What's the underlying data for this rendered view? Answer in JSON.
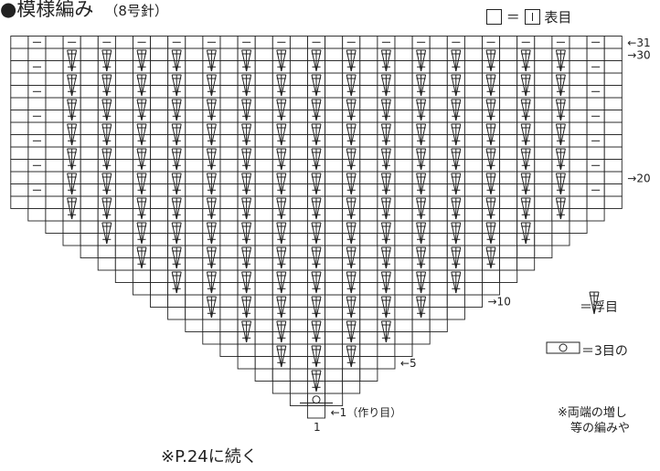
{
  "header": {
    "title": "●模様編み",
    "needle": "（8号針）"
  },
  "legend": {
    "knit_eq": "＝",
    "knit_label": "表目",
    "slip_label": "＝浮目",
    "increase_label": "＝3目の",
    "note_line1": "※両端の増し",
    "note_line2": "等の編みや"
  },
  "row_labels": [
    {
      "text": "←31",
      "row": 31
    },
    {
      "text": "→30",
      "row": 30
    },
    {
      "text": "→20",
      "row": 20
    },
    {
      "text": "→10",
      "row": 10
    },
    {
      "text": "←5",
      "row": 5
    },
    {
      "text": "←1（作り目）",
      "row": 1
    }
  ],
  "bottom_number": "1",
  "continue_note": "※P.24に続く"
}
